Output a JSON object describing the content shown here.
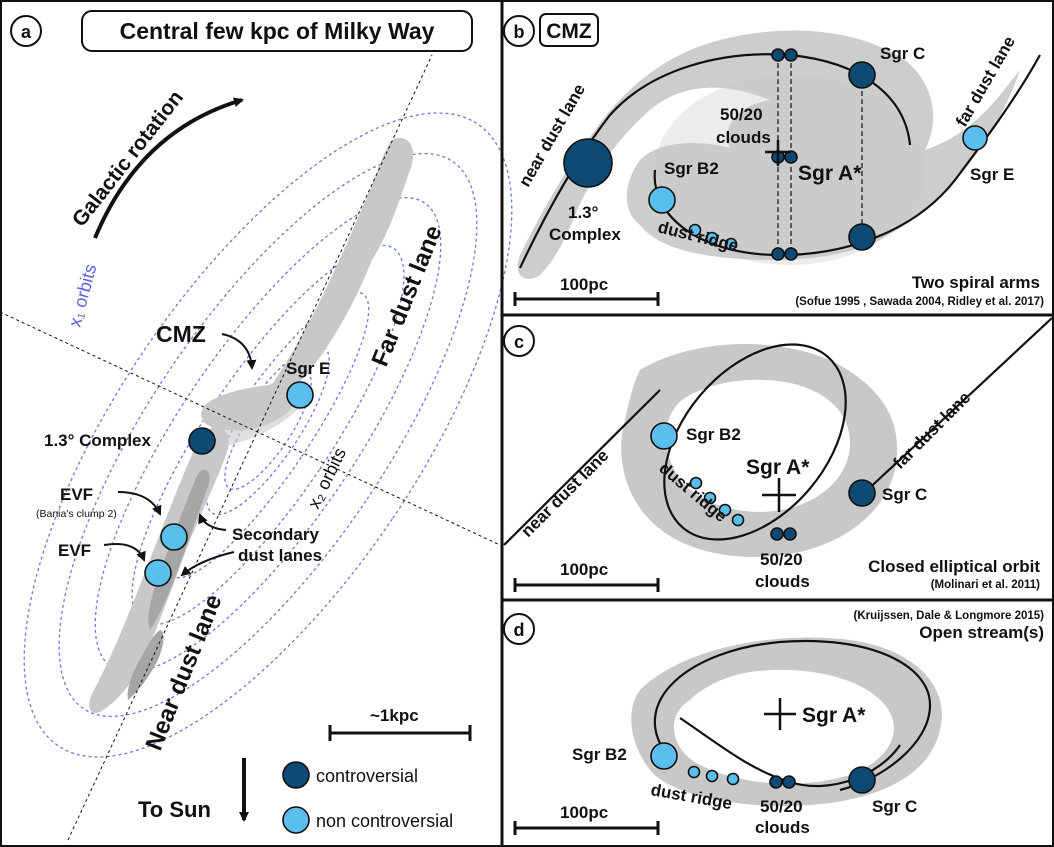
{
  "colors": {
    "controversial": "#0c4a73",
    "non_controversial": "#5bbfee",
    "orbits": "#6878e0",
    "dust": "#c8c8c8"
  },
  "panel_a": {
    "letter": "a",
    "title": "Central few kpc of Milky Way",
    "rotation": "Galactic rotation",
    "x1_orbits": "x₁ orbits",
    "x2_orbits": "x₂ orbits",
    "cmz": "CMZ",
    "far_lane": "Far dust lane",
    "near_lane": "Near dust lane",
    "sgr_e": "Sgr E",
    "complex": "1.3° Complex",
    "evf1": "EVF",
    "evf1_sub": "(Bania's clump 2)",
    "evf2": "EVF",
    "secondary_1": "Secondary",
    "secondary_2": "dust lanes",
    "scale": "~1kpc",
    "to_sun": "To Sun",
    "legend": [
      {
        "label": "controversial",
        "icon": "dark-circle-icon"
      },
      {
        "label": "non controversial",
        "icon": "light-circle-icon"
      }
    ]
  },
  "panel_b": {
    "letter": "b",
    "title": "CMZ",
    "near_lane": "near dust lane",
    "far_lane": "far dust lane",
    "sgr_c": "Sgr C",
    "sgr_e": "Sgr E",
    "sgr_b2": "Sgr B2",
    "sgr_a": "Sgr A*",
    "clouds_1": "50/20",
    "clouds_2": "clouds",
    "complex_1": "1.3°",
    "complex_2": "Complex",
    "dust_ridge": "dust ridge",
    "scale": "100pc",
    "model": "Two spiral arms",
    "refs": "(Sofue 1995 , Sawada 2004, Ridley et al. 2017)"
  },
  "panel_c": {
    "letter": "c",
    "near_lane": "near dust lane",
    "far_lane": "far dust lane",
    "sgr_b2": "Sgr B2",
    "sgr_a": "Sgr A*",
    "sgr_c": "Sgr C",
    "dust_ridge": "dust ridge",
    "clouds_1": "50/20",
    "clouds_2": "clouds",
    "scale": "100pc",
    "model": "Closed elliptical orbit",
    "refs": "(Molinari et al. 2011)"
  },
  "panel_d": {
    "letter": "d",
    "refs": "(Kruijssen, Dale & Longmore 2015)",
    "model": "Open stream(s)",
    "sgr_a": "Sgr A*",
    "sgr_b2": "Sgr B2",
    "sgr_c": "Sgr C",
    "dust_ridge": "dust ridge",
    "clouds_1": "50/20",
    "clouds_2": "clouds",
    "scale": "100pc"
  }
}
